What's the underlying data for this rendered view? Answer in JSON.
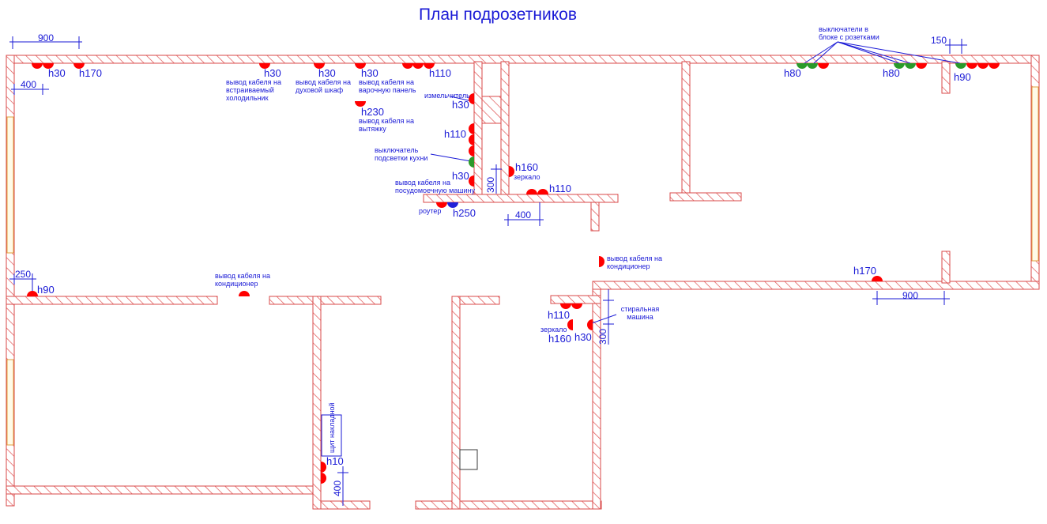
{
  "title": "План подрозетников",
  "colors": {
    "socket": "#ff0000",
    "switch": "#2a9a2a",
    "router": "#2020d8",
    "annotation": "#1a1ad6",
    "wall": "#d94a4a"
  },
  "heights": {
    "k1": "h30",
    "k2": "h170",
    "k3": "h30",
    "k4": "h30",
    "k5": "h30",
    "k6": "h110",
    "k7": "h230",
    "k8": "h30",
    "k9": "h110",
    "k10": "h30",
    "k11": "h250",
    "b1": "h160",
    "b2": "h110",
    "r1": "h80",
    "r2": "h80",
    "r3": "h90",
    "r4": "h170",
    "w1": "h90",
    "c1": "h110",
    "c2": "h160",
    "c3": "h30",
    "e1": "h10"
  },
  "notes": {
    "fridge": "вывод кабеля на встраиваемый холодильник",
    "oven": "вывод кабеля на духовой шкаф",
    "hob": "вывод кабеля на варочную панель",
    "hood": "вывод кабеля на вытяжку",
    "grinder": "измельчитель",
    "kitchen_light": "выключатель подсветки кухни",
    "dishwasher": "вывод кабеля на посудомоечную машину",
    "router": "роутер",
    "mirror1": "зеркало",
    "mirror2": "зеркало",
    "switches_block": "выключатели в блоке с розетками",
    "ac1": "вывод кабеля на кондиционер",
    "ac2": "вывод кабеля на кондиционер",
    "washer": "стиральная машина",
    "panel": "щит накладной"
  },
  "dims": {
    "d900a": "900",
    "d400a": "400",
    "d250": "250",
    "d300a": "300",
    "d400b": "400",
    "d150": "150",
    "d900b": "900",
    "d300b": "300",
    "d400c": "400"
  }
}
